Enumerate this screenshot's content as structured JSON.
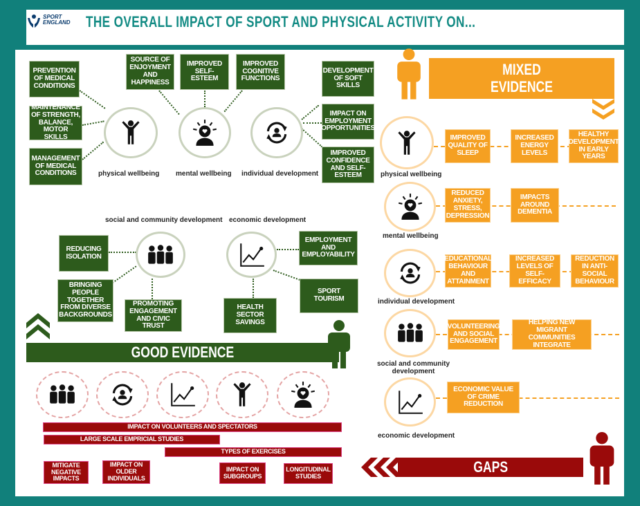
{
  "header": {
    "logo": "SPORT ENGLAND",
    "title": "THE OVERALL IMPACT OF SPORT AND PHYSICAL ACTIVITY ON..."
  },
  "colors": {
    "teal": "#11807b",
    "good": "#2d5b1c",
    "mixed": "#f5a022",
    "gaps": "#9a0a0a"
  },
  "good": {
    "banner": "GOOD EVIDENCE",
    "categories": [
      "physical wellbeing",
      "mental wellbeing",
      "individual development",
      "social and community development",
      "economic development"
    ],
    "physical": [
      "PREVENTION OF MEDICAL CONDITIONS",
      "MAINTENANCE OF STRENGTH, BALANCE, MOTOR SKILLS",
      "MANAGEMENT OF MEDICAL CONDITIONS"
    ],
    "mental": [
      "SOURCE OF ENJOYMENT AND HAPPINESS",
      "IMPROVED SELF-ESTEEM",
      "IMPROVED COGNITIVE FUNCTIONS"
    ],
    "individual": [
      "DEVELOPMENT OF SOFT SKILLS",
      "IMPACT ON EMPLOYMENT OPPORTUNITIES",
      "IMPROVED CONFIDENCE AND SELF-ESTEEM"
    ],
    "social": [
      "REDUCING ISOLATION",
      "BRINGING PEOPLE TOGETHER FROM DIVERSE BACKGROUNDS",
      "PROMOTING ENGAGEMENT AND CIVIC TRUST"
    ],
    "economic": [
      "EMPLOYMENT AND EMPLOYABILITY",
      "SPORT TOURISM",
      "HEALTH SECTOR SAVINGS"
    ]
  },
  "mixed": {
    "banner": "MIXED EVIDENCE",
    "categories": [
      "physical wellbeing",
      "mental wellbeing",
      "individual development",
      "social and community development",
      "economic development"
    ],
    "physical": [
      "IMPROVED QUALITY OF SLEEP",
      "INCREASED ENERGY LEVELS",
      "HEALTHY DEVELOPMENT IN EARLY YEARS"
    ],
    "mental": [
      "REDUCED ANXIETY, STRESS, DEPRESSION",
      "IMPACTS AROUND DEMENTIA"
    ],
    "individual": [
      "EDUCATIONAL BEHAVIOUR AND ATTAINMENT",
      "INCREASED LEVELS OF SELF-EFFICACY",
      "REDUCTION IN ANTI-SOCIAL BEHAVIOUR"
    ],
    "social": [
      "VOLUNTEERING AND SOCIAL ENGAGEMENT",
      "HELPING NEW MIGRANT COMMUNITIES INTEGRATE"
    ],
    "economic": [
      "ECONOMIC VALUE OF CRIME REDUCTION"
    ]
  },
  "gaps": {
    "banner": "GAPS",
    "bars": [
      "IMPACT ON VOLUNTEERS AND SPECTATORS",
      "LARGE SCALE EMPRICIAL STUDIES",
      "TYPES OF EXERCISES"
    ],
    "boxes": [
      "MITIGATE NEGATIVE IMPACTS",
      "IMPACT ON OLDER INDIVIDUALS",
      "IMPACT ON SUBGROUPS",
      "LONGITUDINAL STUDIES"
    ]
  },
  "icons": [
    "person-arms-up-icon",
    "mind-heart-icon",
    "cycle-person-icon",
    "group-people-icon",
    "growth-chart-icon"
  ]
}
